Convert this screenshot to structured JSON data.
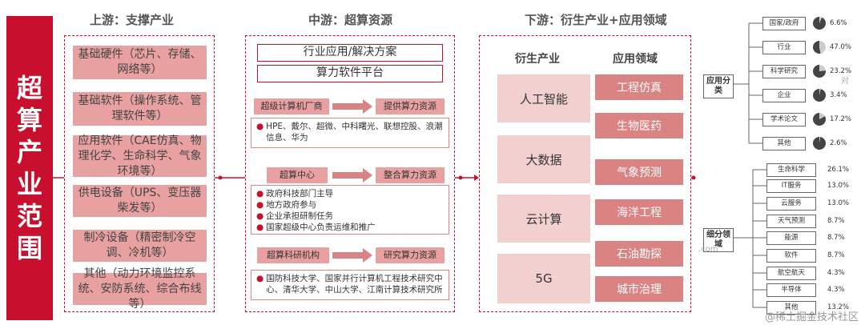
{
  "side_title": [
    "超",
    "算",
    "产",
    "业",
    "范",
    "围"
  ],
  "upstream": {
    "heading": "上游：支撑产业",
    "items": [
      "基础硬件（芯片、存储、网络等）",
      "基础软件（操作系统、管理软件等）",
      "应用软件（CAE仿真、物理化学、生命科学、气象环境等）",
      "供电设备（UPS、变压器柴发等）",
      "制冷设备（精密制冷空调、冷机等）",
      "其他（动力环境监控系统、安防系统、综合布线等）"
    ]
  },
  "midstream": {
    "heading": "中游：超算资源",
    "top_boxes": [
      "行业应用/解决方案",
      "算力软件平台"
    ],
    "groups": [
      {
        "from": "超级计算机厂商",
        "to": "提供算力资源",
        "list": [
          "HPE、戴尔、超微、中科曙光、联想控股、浪潮信息、华为"
        ]
      },
      {
        "from": "超算中心",
        "to": "整合算力资源",
        "list": [
          "政府科技部门主导",
          "地方政府参与",
          "企业承担研制任务",
          "国家超级中心负责运维和推广"
        ]
      },
      {
        "from": "超算科研机构",
        "to": "研究算力资源",
        "list": [
          "国防科技大学、国家并行计算机工程技术研究中心、清华大学、中山大学、江南计算技术研究所"
        ]
      }
    ]
  },
  "downstream": {
    "heading": "下游：衍生产业+应用领域",
    "derived_heading": "衍生产业",
    "app_heading": "应用领域",
    "derived": [
      "人工智能",
      "大数据",
      "云计算",
      "5G"
    ],
    "apps": [
      "工程仿真",
      "生物医药",
      "气象预测",
      "海洋工程",
      "石油勘探",
      "城市治理"
    ]
  },
  "tree_top": {
    "label": "应用分类",
    "items": [
      {
        "name": "国家/政府",
        "value": "6.6%",
        "fraction": 0.066
      },
      {
        "name": "行业",
        "value": "47.0%",
        "fraction": 0.47
      },
      {
        "name": "科学研究",
        "value": "23.2%",
        "fraction": 0.232
      },
      {
        "name": "企业",
        "value": "3.4%",
        "fraction": 0.034
      },
      {
        "name": "学术论文",
        "value": "17.2%",
        "fraction": 0.172
      },
      {
        "name": "其他",
        "value": "2.6%",
        "fraction": 0.026
      }
    ]
  },
  "tree_bottom": {
    "label": "细分领域",
    "items": [
      {
        "name": "生命科学",
        "value": "26.1%"
      },
      {
        "name": "IT服务",
        "value": "13.0%"
      },
      {
        "name": "云服务",
        "value": "13.0%"
      },
      {
        "name": "天气预测",
        "value": "8.7%"
      },
      {
        "name": "能源",
        "value": "8.7%"
      },
      {
        "name": "软件",
        "value": "8.7%"
      },
      {
        "name": "航空航天",
        "value": "4.3%"
      },
      {
        "name": "半导体",
        "value": "4.3%"
      },
      {
        "name": "其他",
        "value": "13.2%"
      }
    ]
  },
  "watermark": "@稀土掘金技术社区",
  "stray_text": [
    "对",
    ".com"
  ],
  "colors": {
    "accent": "#c8102e",
    "light": "#e8a0a0",
    "app": "#d98383",
    "derived": "#f3d0d0"
  }
}
